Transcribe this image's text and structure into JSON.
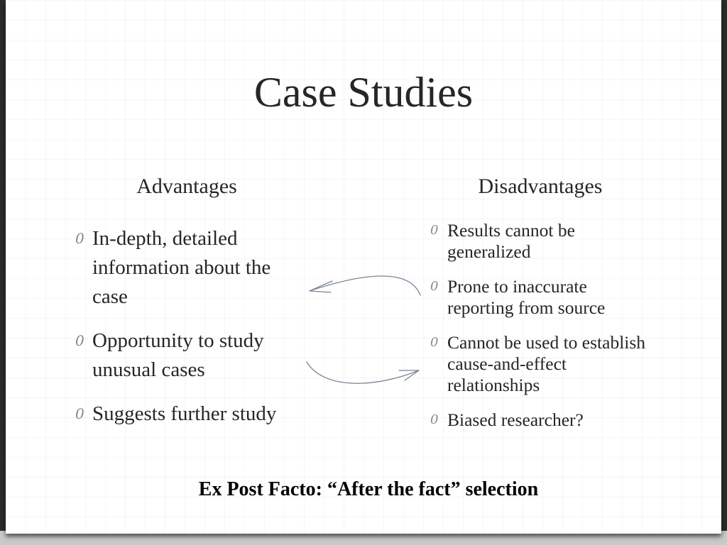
{
  "slide": {
    "title": "Case Studies",
    "advantages": {
      "heading": "Advantages",
      "bullet_glyph": "0",
      "items": [
        "In-depth, detailed information about the case",
        "Opportunity to study unusual cases",
        "Suggests further study"
      ]
    },
    "disadvantages": {
      "heading": "Disadvantages",
      "bullet_glyph": "0",
      "items": [
        "Results cannot be generalized",
        "Prone to inaccurate reporting from source",
        "Cannot be used to establish cause-and-effect relationships",
        "Biased researcher?"
      ]
    },
    "footer": "Ex Post Facto: “After the fact” selection",
    "colors": {
      "text": "#262626",
      "bullet": "#8a8a8a",
      "arrow": "#7a8595",
      "footer": "#000000"
    }
  }
}
